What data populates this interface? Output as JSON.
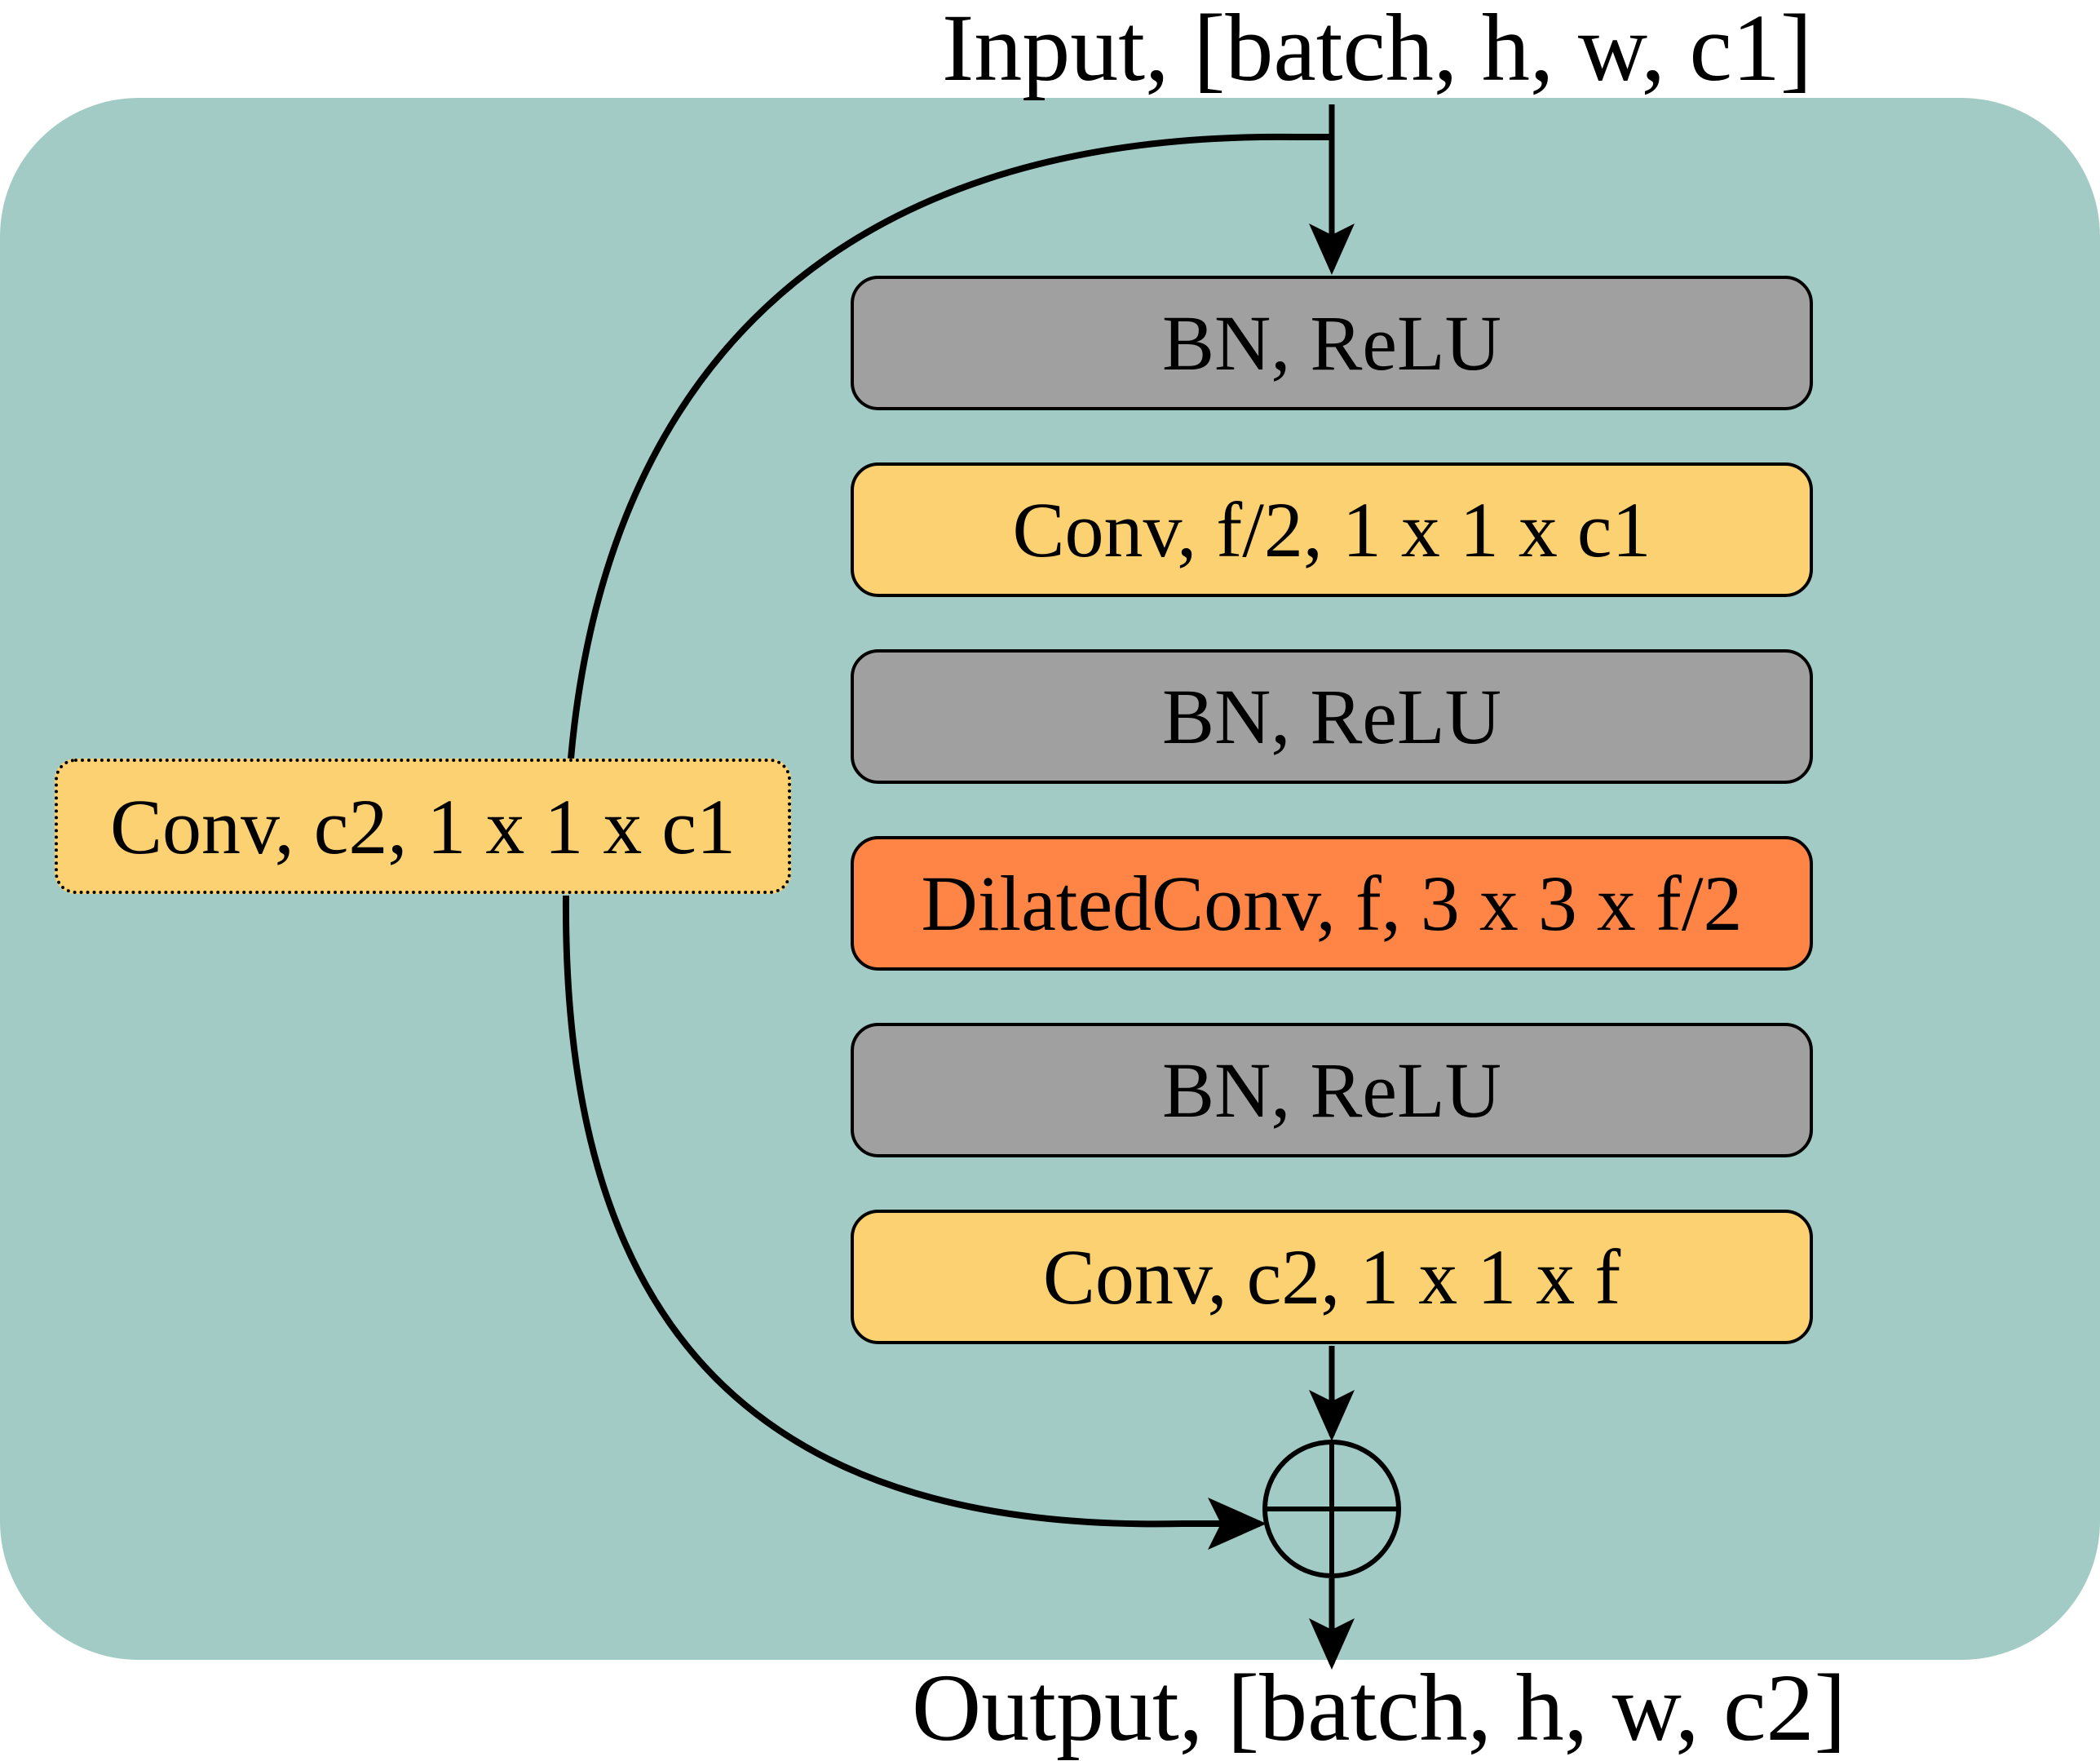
{
  "input_label": "Input, [batch, h, w, c1]",
  "output_label": "Output, [batch, h, w, c2]",
  "blocks": [
    {
      "label": "BN, ReLU",
      "color": "#a0a0a0"
    },
    {
      "label": "Conv, f/2, 1 x 1 x c1",
      "color": "#fbd171"
    },
    {
      "label": "BN, ReLU",
      "color": "#a0a0a0"
    },
    {
      "label": "DilatedConv, f, 3 x 3 x f/2",
      "color": "#ff8547"
    },
    {
      "label": "BN, ReLU",
      "color": "#a0a0a0"
    },
    {
      "label": "Conv, c2, 1 x 1 x f",
      "color": "#fbd171"
    }
  ],
  "skip_block": {
    "label": "Conv, c2, 1 x 1 x c1",
    "color": "#fbd171"
  },
  "colors": {
    "panel": "#a3cbc5",
    "line": "#000000"
  }
}
